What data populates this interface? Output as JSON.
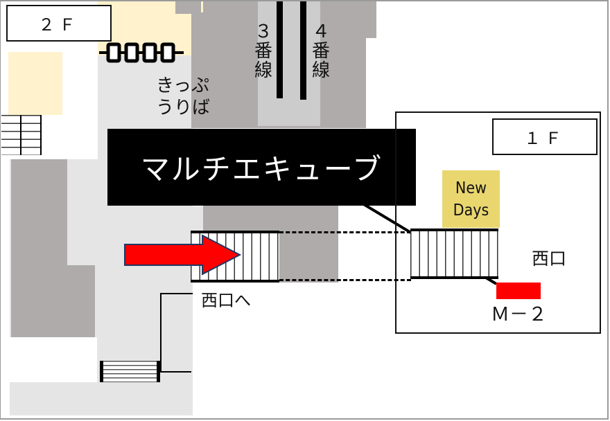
{
  "map": {
    "floor_2f_label": "２Ｆ",
    "floor_1f_label": "１Ｆ",
    "ticket_office_line1": "きっぷ",
    "ticket_office_line2": "うりば",
    "track_3_label": "３番線",
    "track_4_label": "４番線",
    "callout_title": "マルチエキューブ",
    "shop_name_line1": "New",
    "shop_name_line2": "Days",
    "west_exit_label": "西口",
    "to_west_exit_label": "西口へ",
    "locker_id": "Ｍ－２"
  },
  "colors": {
    "arrow": "#ff0000",
    "arrow_outline": "#1f3864",
    "locker_marker": "#ff0000",
    "shop": "#e9d66f",
    "concourse_light": "#e5e5e5",
    "structure_dark": "#afabab",
    "platform": "#cccccc",
    "area_cream": "#fff2cc",
    "callout_bg": "#000000"
  }
}
